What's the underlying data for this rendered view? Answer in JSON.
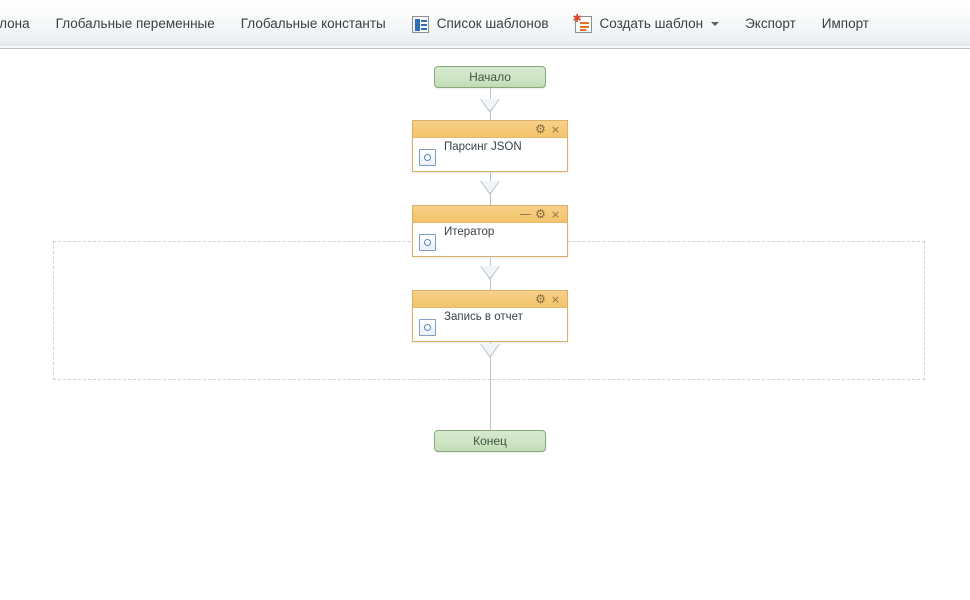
{
  "toolbar": {
    "items": [
      {
        "label": "блона",
        "icon": null,
        "clipped": true,
        "caret": false
      },
      {
        "label": "Глобальные переменные",
        "icon": null,
        "clipped": false,
        "caret": false
      },
      {
        "label": "Глобальные константы",
        "icon": null,
        "clipped": false,
        "caret": false
      },
      {
        "label": "Список шаблонов",
        "icon": "list-template-icon",
        "clipped": false,
        "caret": false
      },
      {
        "label": "Создать шаблон",
        "icon": "new-template-icon",
        "clipped": false,
        "caret": true
      },
      {
        "label": "Экспорт",
        "icon": null,
        "clipped": false,
        "caret": false
      },
      {
        "label": "Импорт",
        "icon": null,
        "clipped": false,
        "caret": false
      }
    ]
  },
  "canvas": {
    "start_node": {
      "label": "Начало"
    },
    "end_node": {
      "label": "Конец"
    },
    "nodes": [
      {
        "title": "Парсинг JSON",
        "buttons": {
          "minimize": "",
          "gear": "⚙",
          "close": "×"
        },
        "has_minimize": false
      },
      {
        "title": "Итератор",
        "buttons": {
          "minimize": "—",
          "gear": "⚙",
          "close": "×"
        },
        "has_minimize": true
      },
      {
        "title": "Запись в отчет",
        "buttons": {
          "minimize": "",
          "gear": "⚙",
          "close": "×"
        },
        "has_minimize": false
      }
    ],
    "loop_region": {
      "label": ""
    }
  },
  "colors": {
    "node_header": "#f5c977",
    "node_border": "#d9b067",
    "terminator_fill": "#cfe5c6",
    "terminator_border": "#87a878",
    "connector": "#b9c4cb",
    "toolbar_border": "#b8c4c8",
    "loop_border": "#cfd3d6"
  }
}
